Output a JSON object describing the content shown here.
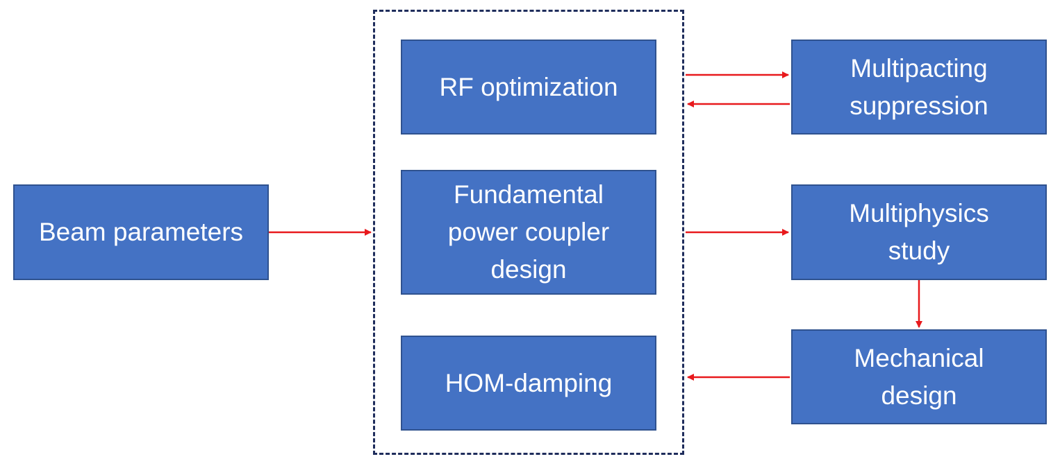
{
  "colors": {
    "box_fill": "#4472c4",
    "box_border": "#2f528f",
    "box_text": "#ffffff",
    "arrow": "#e8191c",
    "group_frame": "#1f2d5c"
  },
  "nodes": {
    "beam_parameters": "Beam parameters",
    "rf_optimization": "RF optimization",
    "fundamental_power_coupler": "Fundamental\npower coupler\ndesign",
    "hom_damping": "HOM-damping",
    "multipacting_suppression": "Multipacting\nsuppression",
    "multiphysics_study": "Multiphysics\nstudy",
    "mechanical_design": "Mechanical\ndesign"
  },
  "edges": [
    {
      "from": "beam_parameters",
      "to": "design_group"
    },
    {
      "from": "rf_optimization",
      "to": "multipacting_suppression"
    },
    {
      "from": "multipacting_suppression",
      "to": "rf_optimization"
    },
    {
      "from": "fundamental_power_coupler",
      "to": "multiphysics_study"
    },
    {
      "from": "multiphysics_study",
      "to": "mechanical_design"
    },
    {
      "from": "mechanical_design",
      "to": "hom_damping"
    }
  ]
}
